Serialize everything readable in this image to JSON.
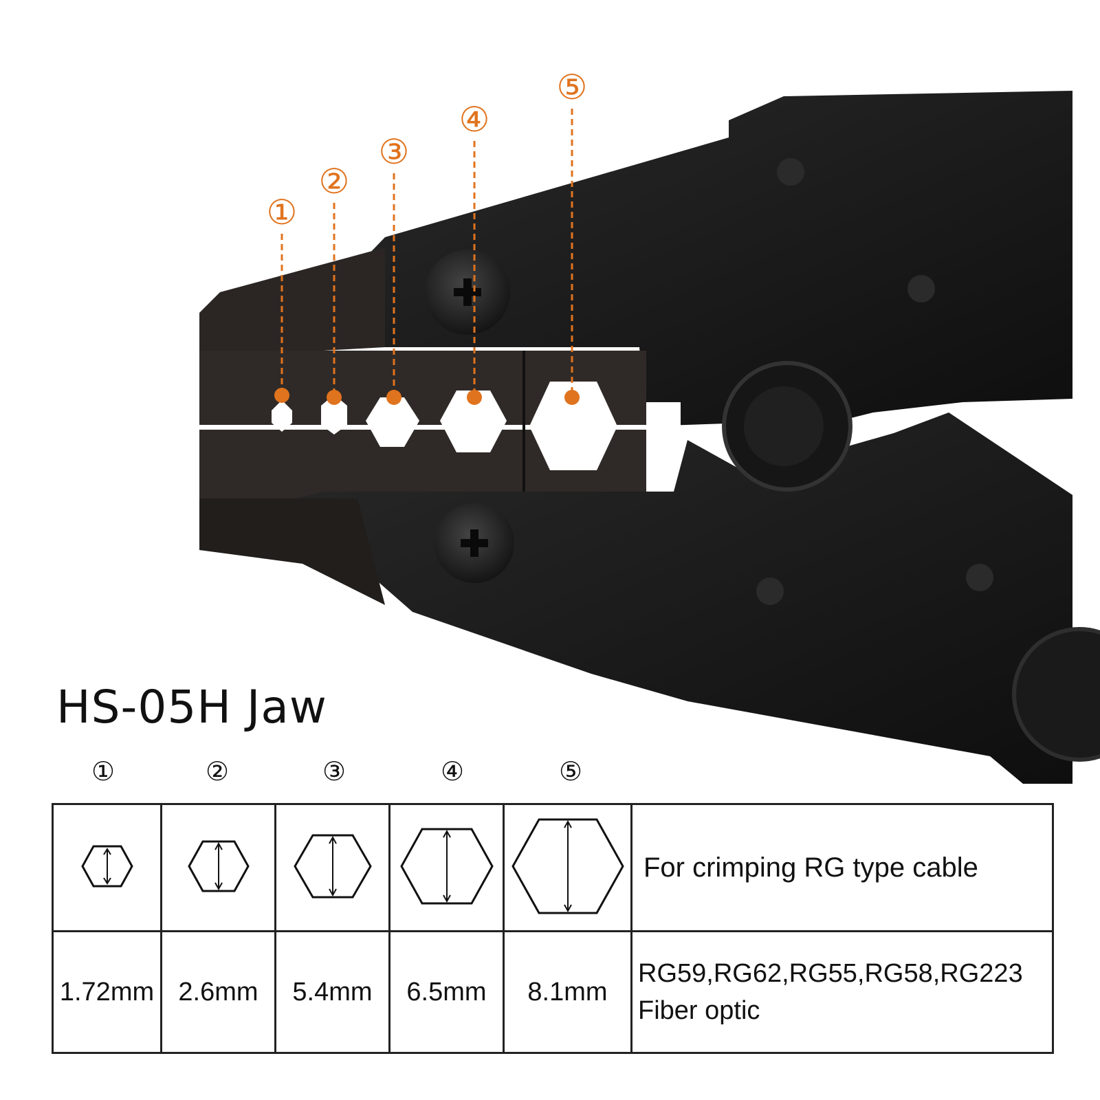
{
  "title": "HS-05H Jaw",
  "callout_color": "#e0731e",
  "tool_color": "#1b1b1b",
  "callouts": [
    "①",
    "②",
    "③",
    "④",
    "⑤"
  ],
  "dies": [
    {
      "number": "①",
      "size": "1.72mm",
      "icon": "hexagon-icon"
    },
    {
      "number": "②",
      "size": "2.6mm",
      "icon": "hexagon-icon"
    },
    {
      "number": "③",
      "size": "5.4mm",
      "icon": "hexagon-icon"
    },
    {
      "number": "④",
      "size": "6.5mm",
      "icon": "hexagon-icon"
    },
    {
      "number": "⑤",
      "size": "8.1mm",
      "icon": "hexagon-icon"
    }
  ],
  "purpose": "For crimping RG type cable",
  "cables": [
    "RG59,RG62,RG55,RG58,RG223",
    "Fiber optic"
  ]
}
